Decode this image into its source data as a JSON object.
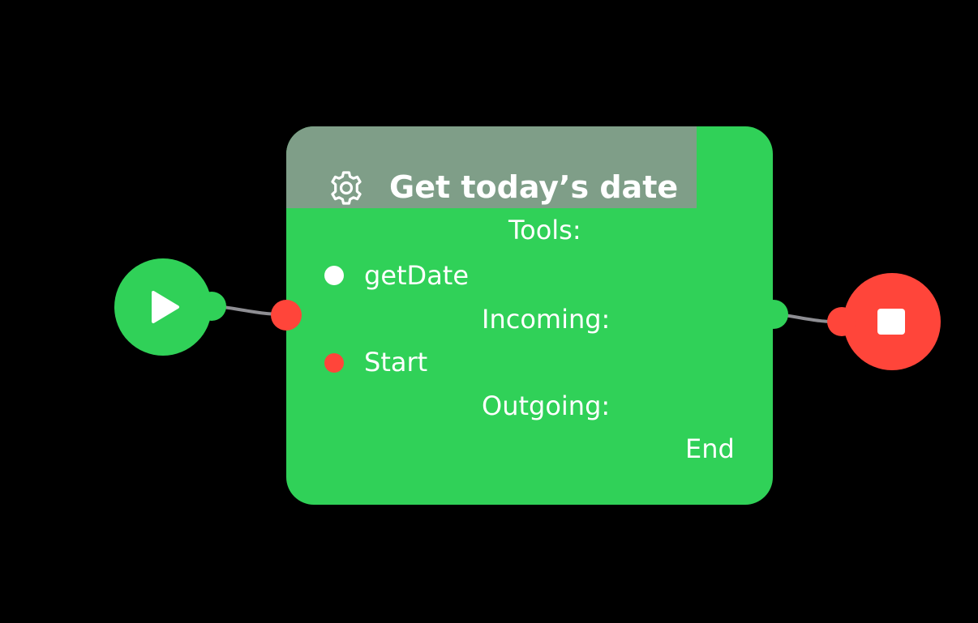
{
  "node": {
    "title": "Get today’s date",
    "icon": "gear-icon",
    "tools_label": "Tools:",
    "tools": [
      {
        "label": "getDate",
        "dot_color": "#ffffff"
      }
    ],
    "incoming_label": "Incoming:",
    "incoming": [
      {
        "label": "Start",
        "dot_color": "#ff453a"
      }
    ],
    "outgoing_label": "Outgoing:",
    "outgoing": [
      {
        "label": "End"
      }
    ]
  },
  "start_node": {
    "icon": "play-icon",
    "color": "#30d158"
  },
  "end_node": {
    "icon": "stop-icon",
    "color": "#ff453a"
  },
  "colors": {
    "background": "#000000",
    "node_fill": "#30d158",
    "header_fill": "#7f9e88",
    "wire": "#8e8e93",
    "input_port": "#ff453a",
    "output_port": "#30d158"
  }
}
